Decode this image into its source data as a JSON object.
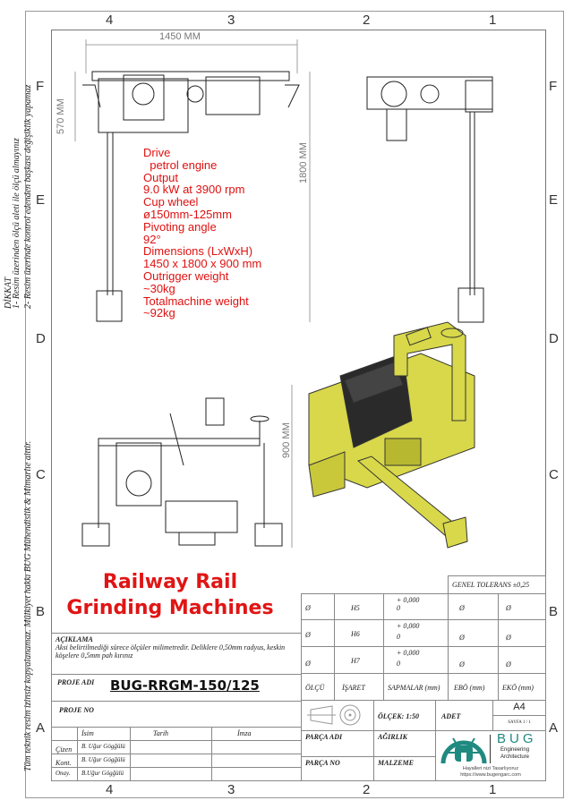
{
  "zones": {
    "cols": [
      "4",
      "3",
      "2",
      "1"
    ],
    "rows": [
      "F",
      "E",
      "D",
      "C",
      "B",
      "A"
    ]
  },
  "side_notes": {
    "warning_title": "DİKKAT",
    "warning_1": "1- Resim üzerinden  ölçü aleti ile ölçü almayınız",
    "warning_2": "2- Resim üzerinde kontrol edenden başkası değişiklik yapamaz",
    "copyright": "Tüm teknik resim izinsiz  kopyalanamaz. Mülkiyet hakkı BUG Mühendislik & Mimarlıe aittir."
  },
  "dimensions": {
    "width": "1450 MM",
    "depth": "570 MM",
    "length": "1800 MM",
    "height": "900 MM"
  },
  "specs": [
    "Drive",
    "  petrol engine",
    "Output",
    "9.0 kW at 3900 rpm",
    "Cup wheel",
    "ø150mm-125mm",
    "Pivoting angle",
    "92°",
    "Dimensions (LxWxH)",
    "1450 x 1800 x 900 mm",
    "Outrigger weight",
    "~30kg",
    "Totalmachine weight",
    "~92kg"
  ],
  "title": {
    "line1": "Railway Rail",
    "line2": "Grinding Machines"
  },
  "tolerance": {
    "general": "GENEL TOLERANS ±0,25",
    "rows": [
      {
        "size": "Ø",
        "mark": "H5",
        "dev_upper": "+ 0,000",
        "dev_lower": "0",
        "ebo": "Ø",
        "eko": "Ø"
      },
      {
        "size": "Ø",
        "mark": "H6",
        "dev_upper": "+ 0,000",
        "dev_lower": "0",
        "ebo": "Ø",
        "eko": "Ø"
      },
      {
        "size": "Ø",
        "mark": "H7",
        "dev_upper": "+ 0,000",
        "dev_lower": "0",
        "ebo": "Ø",
        "eko": "Ø"
      }
    ],
    "headers": [
      "ÖLÇÜ",
      "İŞARET",
      "SAPMALAR (mm)",
      "EBÖ (mm)",
      "EKÖ (mm)"
    ]
  },
  "notes": {
    "label": "AÇIKLAMA",
    "text": "Aksi belirtilmediği sürece ölçüler milimetredir. Deliklere 0,50mm radyus, keskin  köşelere 0,5mm pah  kırınız"
  },
  "project": {
    "name_label": "PROJE ADI",
    "name": "BUG-RRGM-150/125",
    "no_label": "PROJE NO"
  },
  "signatures": {
    "headers": [
      "İsim",
      "Tarih",
      "İmza"
    ],
    "rows": [
      {
        "role": "Çizen",
        "name": "B. Uğur Gögğülü"
      },
      {
        "role": "Kont.",
        "name": "B. Uğur Gögğülü"
      },
      {
        "role": "Onay.",
        "name": "B.Uğur Gögğülü"
      }
    ]
  },
  "scale": {
    "label": "ÖLÇEK:",
    "value": "1:50"
  },
  "quantity_label": "ADET",
  "sheet": {
    "size": "A4",
    "page": "SAYFA 1 / 1"
  },
  "part": {
    "name_label": "PARÇA ADI",
    "no_label": "PARÇA NO",
    "weight_label": "AĞIRLIK",
    "material_label": "MALZEME"
  },
  "logo": {
    "brand": "BUG",
    "line1": "Engineering",
    "line2": "Architecture",
    "tagline": "Hayalleri nizi Tasarlıyoruz",
    "url": "https://www.bugengarc.com",
    "color": "#1f8a80"
  }
}
